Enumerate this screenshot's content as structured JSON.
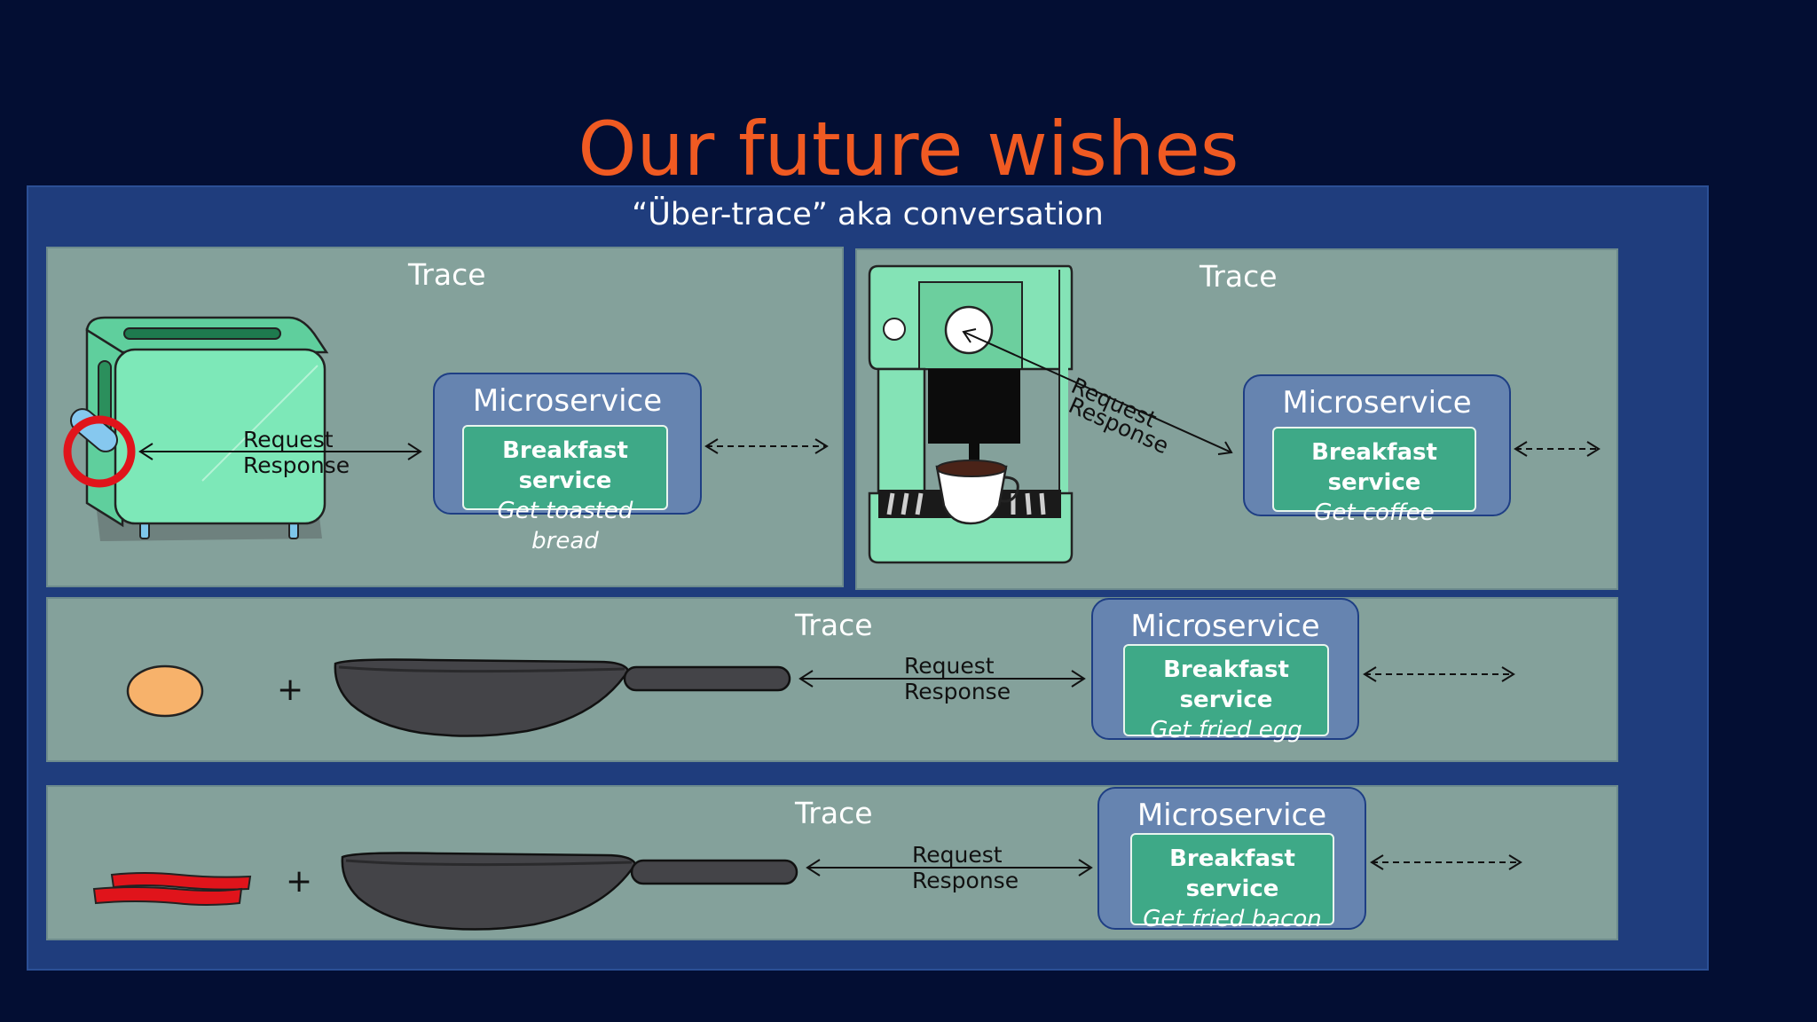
{
  "slide": {
    "title": "Our future wishes",
    "subtitle": "“Über-trace” aka conversation"
  },
  "traces": [
    {
      "label": "Trace",
      "microservice": "Microservice",
      "service_name": "Breakfast service",
      "action": "Get toasted bread",
      "request": "Request",
      "response": "Response",
      "illustration": "toaster"
    },
    {
      "label": "Trace",
      "microservice": "Microservice",
      "service_name": "Breakfast service",
      "action": "Get coffee",
      "request": "Request",
      "response": "Response",
      "illustration": "coffee-machine"
    },
    {
      "label": "Trace",
      "microservice": "Microservice",
      "service_name": "Breakfast service",
      "action": "Get fried egg",
      "request": "Request",
      "response": "Response",
      "illustration": "egg-and-pan",
      "plus": "+"
    },
    {
      "label": "Trace",
      "microservice": "Microservice",
      "service_name": "Breakfast service",
      "action": "Get fried bacon",
      "request": "Request",
      "response": "Response",
      "illustration": "bacon-and-pan",
      "plus": "+"
    }
  ],
  "colors": {
    "title": "#f05a22",
    "background": "#030e33",
    "outer_box": "#1f3d7d",
    "panel": "#84a19b",
    "microservice_box": "#6684b0",
    "service_box": "#3ea987",
    "highlight_ring": "#e0141b"
  }
}
